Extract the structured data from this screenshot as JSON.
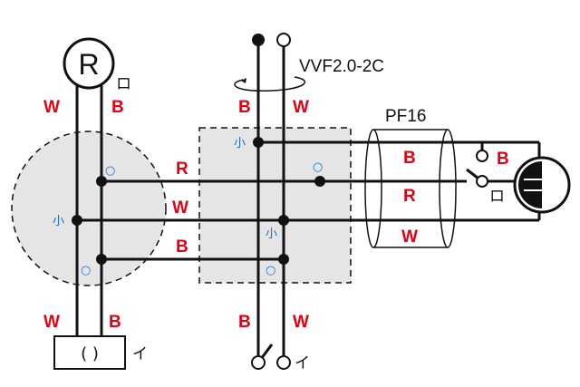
{
  "cable_label": "VVF2.0-2C",
  "conduit_label": "PF16",
  "lamp_letter": "R",
  "lamp_switch_symbol": "ロ",
  "outlet_symbol": "( )",
  "outlet_switch_symbol": "イ",
  "right_switch_symbol": "ロ",
  "bottom_switch_symbol": "イ",
  "left_top_wires": [
    "W",
    "B"
  ],
  "left_bottom_wires": [
    "W",
    "B"
  ],
  "center_top_wires": [
    "B",
    "W"
  ],
  "center_bottom_wires": [
    "B",
    "W"
  ],
  "junction_wire_labels": [
    "R",
    "W",
    "B"
  ],
  "conduit_wires": [
    "B",
    "R",
    "W"
  ],
  "switch_wire_label": "B",
  "neutral_mark": "小",
  "sleeve_mark": "○",
  "colors": {
    "wire_label": "#e60012",
    "connector_mark": "#1a6fc4",
    "box_fill": "#e5e5e5"
  }
}
